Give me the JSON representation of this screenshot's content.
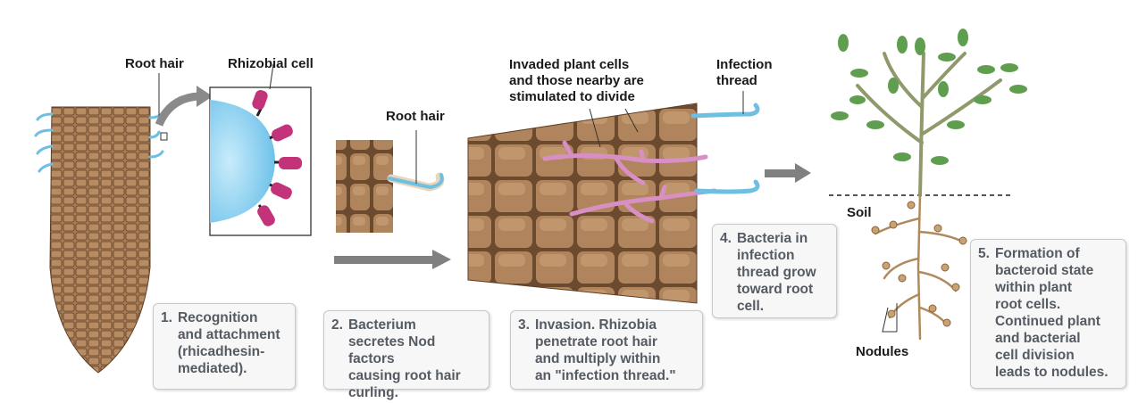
{
  "labels": {
    "root_hair_1": "Root hair",
    "rhizobial_cell": "Rhizobial cell",
    "root_hair_2": "Root hair",
    "invaded_cells": "Invaded plant cells\nand those nearby are\nstimulated to divide",
    "infection_thread": "Infection\nthread",
    "soil": "Soil",
    "nodules": "Nodules"
  },
  "steps": [
    {
      "num": "1.",
      "text": "Recognition\nand attachment\n(rhicadhesin-\nmediated)."
    },
    {
      "num": "2.",
      "text": "Bacterium\nsecretes Nod factors\ncausing root hair\ncurling."
    },
    {
      "num": "3.",
      "text": "Invasion. Rhizobia\npenetrate root hair\nand multiply within\nan \"infection thread.\""
    },
    {
      "num": "4.",
      "text": "Bacteria in\ninfection\nthread grow\ntoward root\ncell."
    },
    {
      "num": "5.",
      "text": "Formation of\nbacteroid state\nwithin plant\nroot cells.\nContinued plant\nand bacterial\ncell division\nleads to nodules."
    }
  ],
  "colors": {
    "root_tissue": "#a57b55",
    "cell_wall": "#5e3f27",
    "rhizobium": "#8fd0ef",
    "nod_factor": "#c2337a",
    "infection_thread": "#d88fc4",
    "root_hair_blue": "#6fbfe3",
    "arrow_gray": "#808080",
    "leaf_green": "#5f9e4f"
  }
}
